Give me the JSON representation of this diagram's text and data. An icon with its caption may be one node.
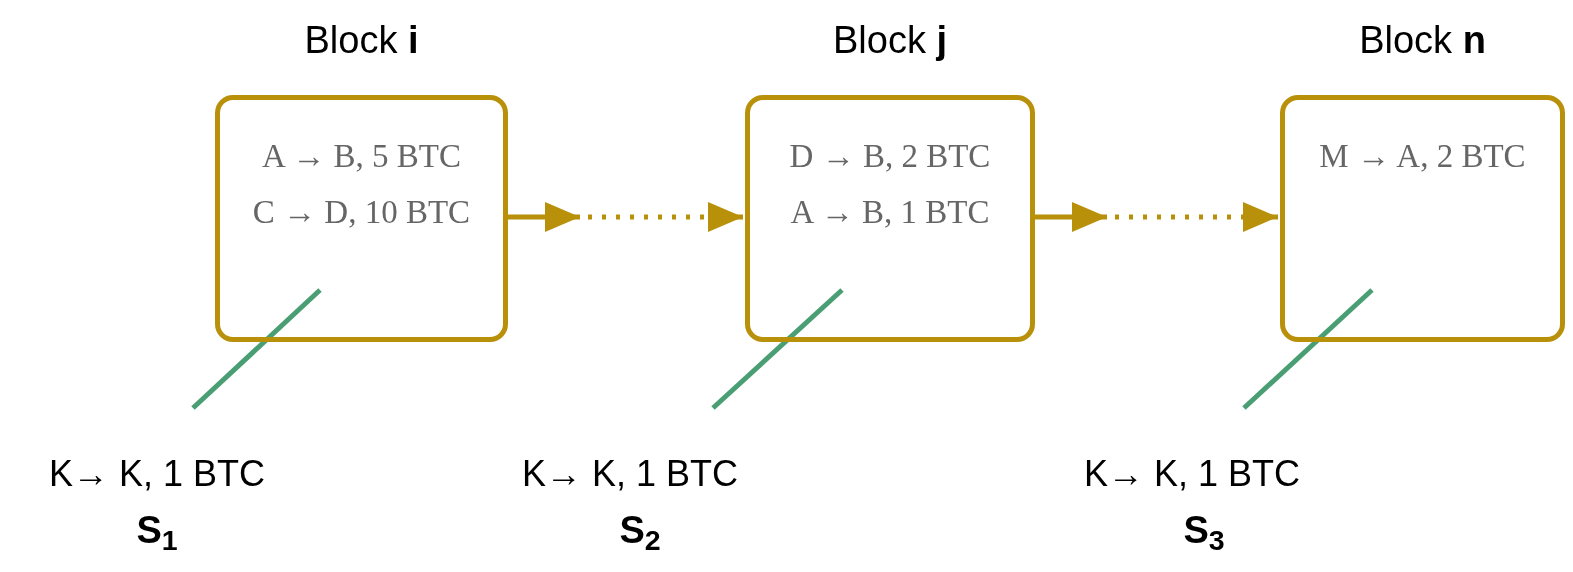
{
  "diagram": {
    "nodes": [
      {
        "text": [
          "Block **i**",
          "A → B, 5 BTC",
          "C → D, 10 BTC"
        ]
      },
      {
        "text": [
          "Block **j**",
          "D → B, 2 BTC",
          "A → B, 1 BTC"
        ]
      },
      {
        "text": [
          "Block **n**",
          "M → A, 2 BTC"
        ]
      }
    ],
    "edges": [
      {
        "from": 0,
        "to": 1,
        "arrow": "to",
        "style": "dashed"
      },
      {
        "from": 1,
        "to": 2,
        "arrow": "to",
        "style": "dashed"
      }
    ],
    "labels": [
      "K→ K, 1 BTC",
      "S$_{1}$",
      "K→ K, 1 BTC",
      "S$_{2}$",
      "K→ K, 1 BTC",
      "S$_{3}$"
    ]
  }
}
